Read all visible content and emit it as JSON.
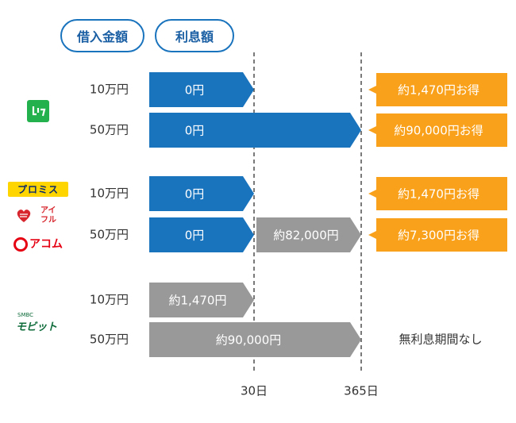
{
  "header": {
    "loan_label": "借入金額",
    "interest_label": "利息額"
  },
  "lenders": [
    {
      "name": "レイク",
      "logo_color": "#22b14c",
      "rows": [
        {
          "amount": "10万円",
          "segments": [
            {
              "label": "0円",
              "start": 0,
              "end": 30,
              "color": "blue"
            }
          ],
          "callout": "約1,470円お得"
        },
        {
          "amount": "50万円",
          "segments": [
            {
              "label": "0円",
              "start": 0,
              "end": 365,
              "color": "blue"
            }
          ],
          "callout": "約90,000円お得"
        }
      ]
    },
    {
      "name": "プロミス / アイフル / アコム",
      "logos": [
        "プロミス",
        "アイフル",
        "アコム"
      ],
      "rows": [
        {
          "amount": "10万円",
          "segments": [
            {
              "label": "0円",
              "start": 0,
              "end": 30,
              "color": "blue"
            }
          ],
          "callout": "約1,470円お得"
        },
        {
          "amount": "50万円",
          "segments": [
            {
              "label": "0円",
              "start": 0,
              "end": 30,
              "color": "blue"
            },
            {
              "label": "約82,000円",
              "start": 30,
              "end": 365,
              "color": "gray"
            }
          ],
          "callout": "約7,300円お得"
        }
      ]
    },
    {
      "name": "SMBCモビット",
      "logo_small": "SMBC",
      "logo_main": "モビット",
      "rows": [
        {
          "amount": "10万円",
          "segments": [
            {
              "label": "約1,470円",
              "start": 0,
              "end": 30,
              "color": "gray"
            }
          ],
          "callout": ""
        },
        {
          "amount": "50万円",
          "segments": [
            {
              "label": "約90,000円",
              "start": 0,
              "end": 365,
              "color": "gray"
            }
          ],
          "note": "無利息期間なし"
        }
      ]
    }
  ],
  "chart_data": {
    "type": "bar",
    "x_ticks": [
      "30日",
      "365日"
    ],
    "x_tick_values": [
      30,
      365
    ],
    "colors": {
      "blue": "#1a73bd",
      "gray": "#999999",
      "orange": "#f9a11b"
    }
  }
}
